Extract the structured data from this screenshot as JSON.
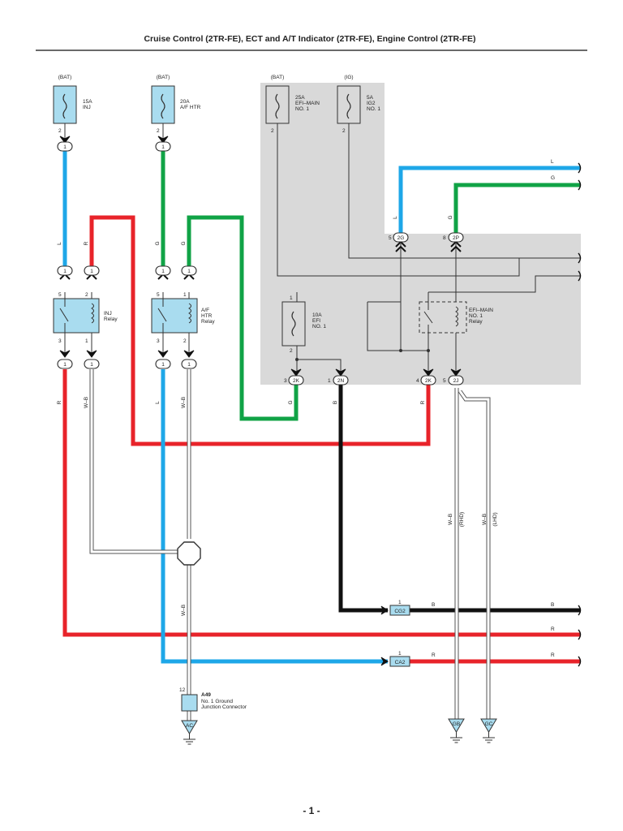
{
  "title": "Cruise Control (2TR-FE), ECT and A/T Indicator (2TR-FE), Engine Control (2TR-FE)",
  "page_number": "- 1 -",
  "colors": {
    "L": "#1ea7e8",
    "G": "#10a346",
    "R": "#e8232a",
    "B": "#111111",
    "W-B": "#ffffff",
    "shade": "#d9d9d9",
    "relay": "#a9dcef"
  },
  "power_sources": {
    "bat1": "(BAT)",
    "bat2": "(BAT)",
    "bat3": "(BAT)",
    "ig": "(IG)"
  },
  "fuses": {
    "inj": {
      "rating": "15A",
      "name": "INJ",
      "pin": "2",
      "conn": "1"
    },
    "af_htr": {
      "rating": "20A",
      "name": "A/F HTR",
      "pin": "2",
      "conn": "1"
    },
    "efi_main": {
      "rating": "25A",
      "name": "EFI–MAIN",
      "no": "NO. 1",
      "pin": "2"
    },
    "ig2": {
      "rating": "5A",
      "name": "IG2",
      "no": "NO. 1",
      "pin": "2"
    },
    "efi": {
      "rating": "10A",
      "name": "EFI",
      "no": "NO. 1",
      "pin_top": "1",
      "pin_bottom": "2"
    }
  },
  "relays": {
    "inj": {
      "line1": "INJ",
      "line2": "Relay",
      "pins": [
        "5",
        "2",
        "3",
        "1"
      ]
    },
    "af_htr": {
      "line1": "A/F",
      "line2": "HTR",
      "line3": "Relay",
      "pins": [
        "5",
        "1",
        "3",
        "2"
      ]
    },
    "efi_main": {
      "line1": "EFI–MAIN",
      "line2": "NO. 1",
      "line3": "Relay"
    }
  },
  "connector_codes": {
    "c1": "1",
    "c2g": "2G",
    "c2p": "2P",
    "c2k": "2K",
    "c2n": "2N",
    "c2j": "2J",
    "cg2": "CG2",
    "ca2": "CA2",
    "a49": "A49"
  },
  "pin_labels": {
    "p1": "1",
    "p2": "2",
    "p3": "3",
    "p4": "4",
    "p5": "5",
    "p8": "8",
    "p12": "12"
  },
  "wire_labels": {
    "L": "L",
    "G": "G",
    "R": "R",
    "B": "B",
    "WB": "W–B",
    "rhd": "(RHD)",
    "lhd": "(LHD)"
  },
  "junction_connector": {
    "id": "A49",
    "line1": "No. 1 Ground",
    "line2": "Junction Connector"
  },
  "grounds": [
    "AC",
    "GB",
    "GC"
  ]
}
